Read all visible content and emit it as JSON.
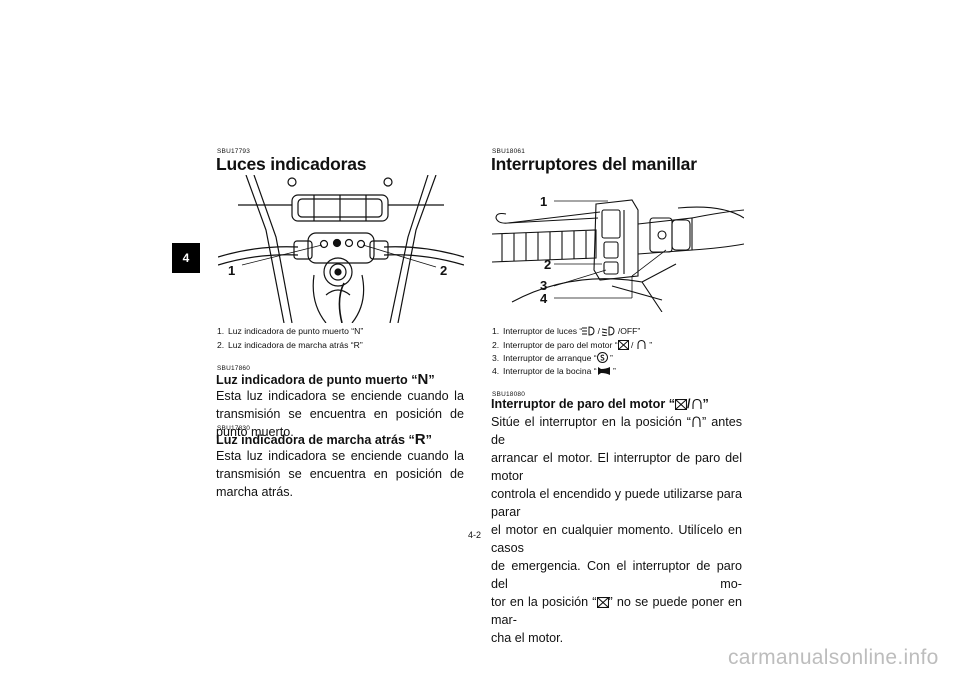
{
  "side_tab": "4",
  "left": {
    "section_code": "SBU17793",
    "title": "Luces indicadoras",
    "figure": {
      "callout_1": "1",
      "callout_2": "2",
      "captions": [
        {
          "num": "1.",
          "text": "Luz indicadora de punto muerto “N”"
        },
        {
          "num": "2.",
          "text": "Luz indicadora de marcha atrás “R”"
        }
      ]
    },
    "sub1": {
      "code": "SBU17860",
      "title": "Luz indicadora de punto muerto “",
      "glyph": "N",
      "title_end": "”",
      "body": "Esta luz indicadora se enciende cuando la trans­misión se encuentra en posición de punto muerto."
    },
    "sub2": {
      "code": "SBU17830",
      "title": "Luz indicadora de marcha atrás “",
      "glyph": "R",
      "title_end": "”",
      "body": "Esta luz indicadora se enciende cuando la trans­misión se encuentra en posición de marcha atrás."
    }
  },
  "right": {
    "section_code": "SBU18061",
    "title": "Interruptores del manillar",
    "figure": {
      "callouts": [
        "1",
        "2",
        "3",
        "4"
      ]
    },
    "captions": [
      {
        "num": "1.",
        "pre": "Interruptor de luces “",
        "mid1": " / ",
        "post": " /OFF”",
        "icons": [
          "high-beam-icon",
          "low-beam-icon"
        ]
      },
      {
        "num": "2.",
        "pre": "Interruptor de paro del motor “",
        "mid1": " / ",
        "post": " ”",
        "icons": [
          "engine-off-icon",
          "engine-run-icon"
        ]
      },
      {
        "num": "3.",
        "pre": "Interruptor de arranque “",
        "post": " ”",
        "icons": [
          "start-icon"
        ]
      },
      {
        "num": "4.",
        "pre": "Interruptor de la bocina “",
        "post": " ”",
        "icons": [
          "horn-icon"
        ]
      }
    ],
    "sub": {
      "code": "SBU18080",
      "title_pre": "Interruptor de paro del motor “",
      "title_mid": "/",
      "title_end": "”",
      "body_lines": [
        [
          "Sitúe el interruptor en la posición “",
          "engine-run-icon",
          "” antes de"
        ],
        [
          "arrancar el motor. El interruptor de paro del motor"
        ],
        [
          "controla el encendido y puede utilizarse para parar"
        ],
        [
          "el motor en cualquier momento. Utilícelo en casos"
        ],
        [
          "de emergencia. Con el interruptor de paro del mo-"
        ],
        [
          "tor en la posición “",
          "engine-off-icon",
          "” no se puede poner en mar-"
        ],
        [
          "cha el motor."
        ]
      ]
    }
  },
  "page_number": "4-2",
  "watermark": "carmanualsonline.info"
}
